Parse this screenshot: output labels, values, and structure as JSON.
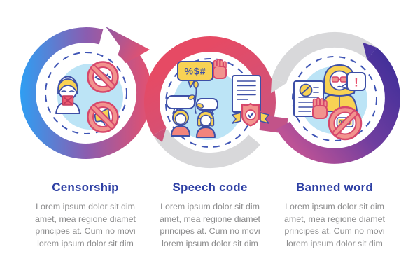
{
  "steps": [
    {
      "title": "Censorship",
      "body": "Lorem ipsum dolor sit dim amet, mea regione diamet principes at. Cum no movi lorem ipsum dolor sit dim",
      "icons": [
        "censored-woman-icon",
        "no-eye-icon",
        "no-megaphone-icon"
      ]
    },
    {
      "title": "Speech code",
      "body": "Lorem ipsum dolor sit dim amet, mea regione diamet principes at. Cum no movi lorem ipsum dolor sit dim",
      "icons": [
        "grawlix-speech-bubble-icon",
        "stop-hand-icon",
        "talking-people-icon",
        "certificate-shield-icon"
      ]
    },
    {
      "title": "Banned word",
      "body": "Lorem ipsum dolor sit dim amet, mea regione diamet principes at. Cum no movi lorem ipsum dolor sit dim",
      "icons": [
        "hooded-person-icon",
        "exclamation-bubble-icon",
        "restricted-document-icon",
        "stop-hand-icon",
        "banned-grawlix-icon"
      ]
    }
  ],
  "labels": {
    "grawlix": "%$#",
    "exclamation": "!"
  },
  "colors": {
    "ring_blue": "#2F9EF3",
    "ring_purple": "#8A5DB0",
    "ring_crimson": "#E5506E",
    "ring_pink": "#C95580",
    "ring_indigo": "#44309A",
    "segment_gray": "#D8D8DA",
    "title_blue": "#2D3FA4",
    "body_gray": "#8C8C8D",
    "icon_outline_blue": "#3D4FA6",
    "icon_outline_crimson": "#D7476B",
    "fill_salmon": "#F2938E",
    "fill_yellow": "#F8D254",
    "fill_light_blue": "#BCE4F6",
    "dashed_blue": "#3E54B5"
  }
}
